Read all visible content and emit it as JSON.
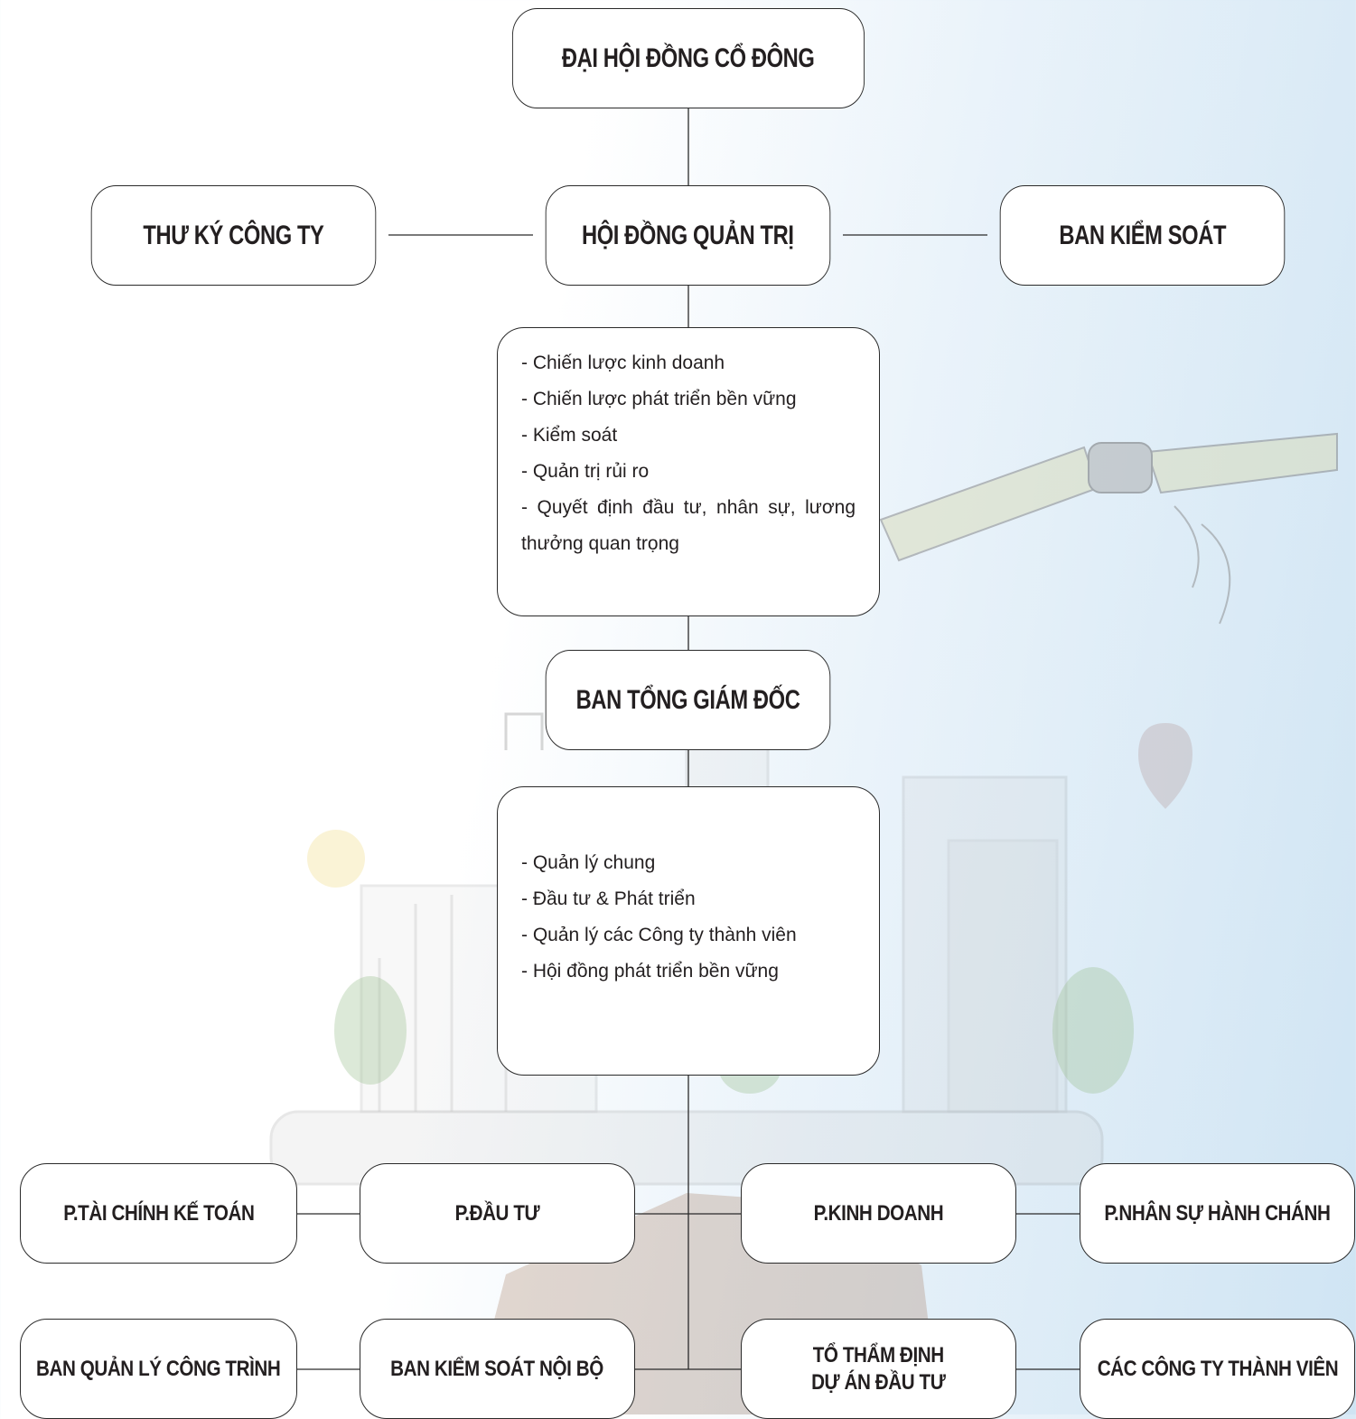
{
  "diagram": {
    "top": "ĐẠI HỘI ĐỒNG CỔ ĐÔNG",
    "secretary": "THƯ KÝ CÔNG TY",
    "board": "HỘI ĐỒNG QUẢN TRỊ",
    "supervisory": "BAN KIỂM SOÁT",
    "board_duties": [
      "- Chiến lược kinh doanh",
      "- Chiến lược phát triển bền vững",
      "- Kiểm soát",
      "- Quản trị rủi ro",
      "- Quyết định đầu tư, nhân sự, lương thưởng quan trọng"
    ],
    "management": "BAN TỔNG GIÁM ĐỐC",
    "management_duties": [
      "- Quản lý chung",
      "- Đầu tư & Phát triển",
      "- Quản lý các Công ty thành viên",
      "- Hội đồng phát triển bền vững"
    ],
    "departments_row1": [
      "P.TÀI CHÍNH KẾ TOÁN",
      "P.ĐẦU TƯ",
      "P.KINH DOANH",
      "P.NHÂN SỰ HÀNH CHÁNH"
    ],
    "departments_row2": [
      "BAN QUẢN LÝ CÔNG TRÌNH",
      "BAN KIỂM SOÁT NỘI BỘ",
      "TỔ THẨM ĐỊNH",
      "CÁC CÔNG TY THÀNH VIÊN"
    ],
    "appraisal_line2": "DỰ ÁN ĐẦU TƯ"
  }
}
